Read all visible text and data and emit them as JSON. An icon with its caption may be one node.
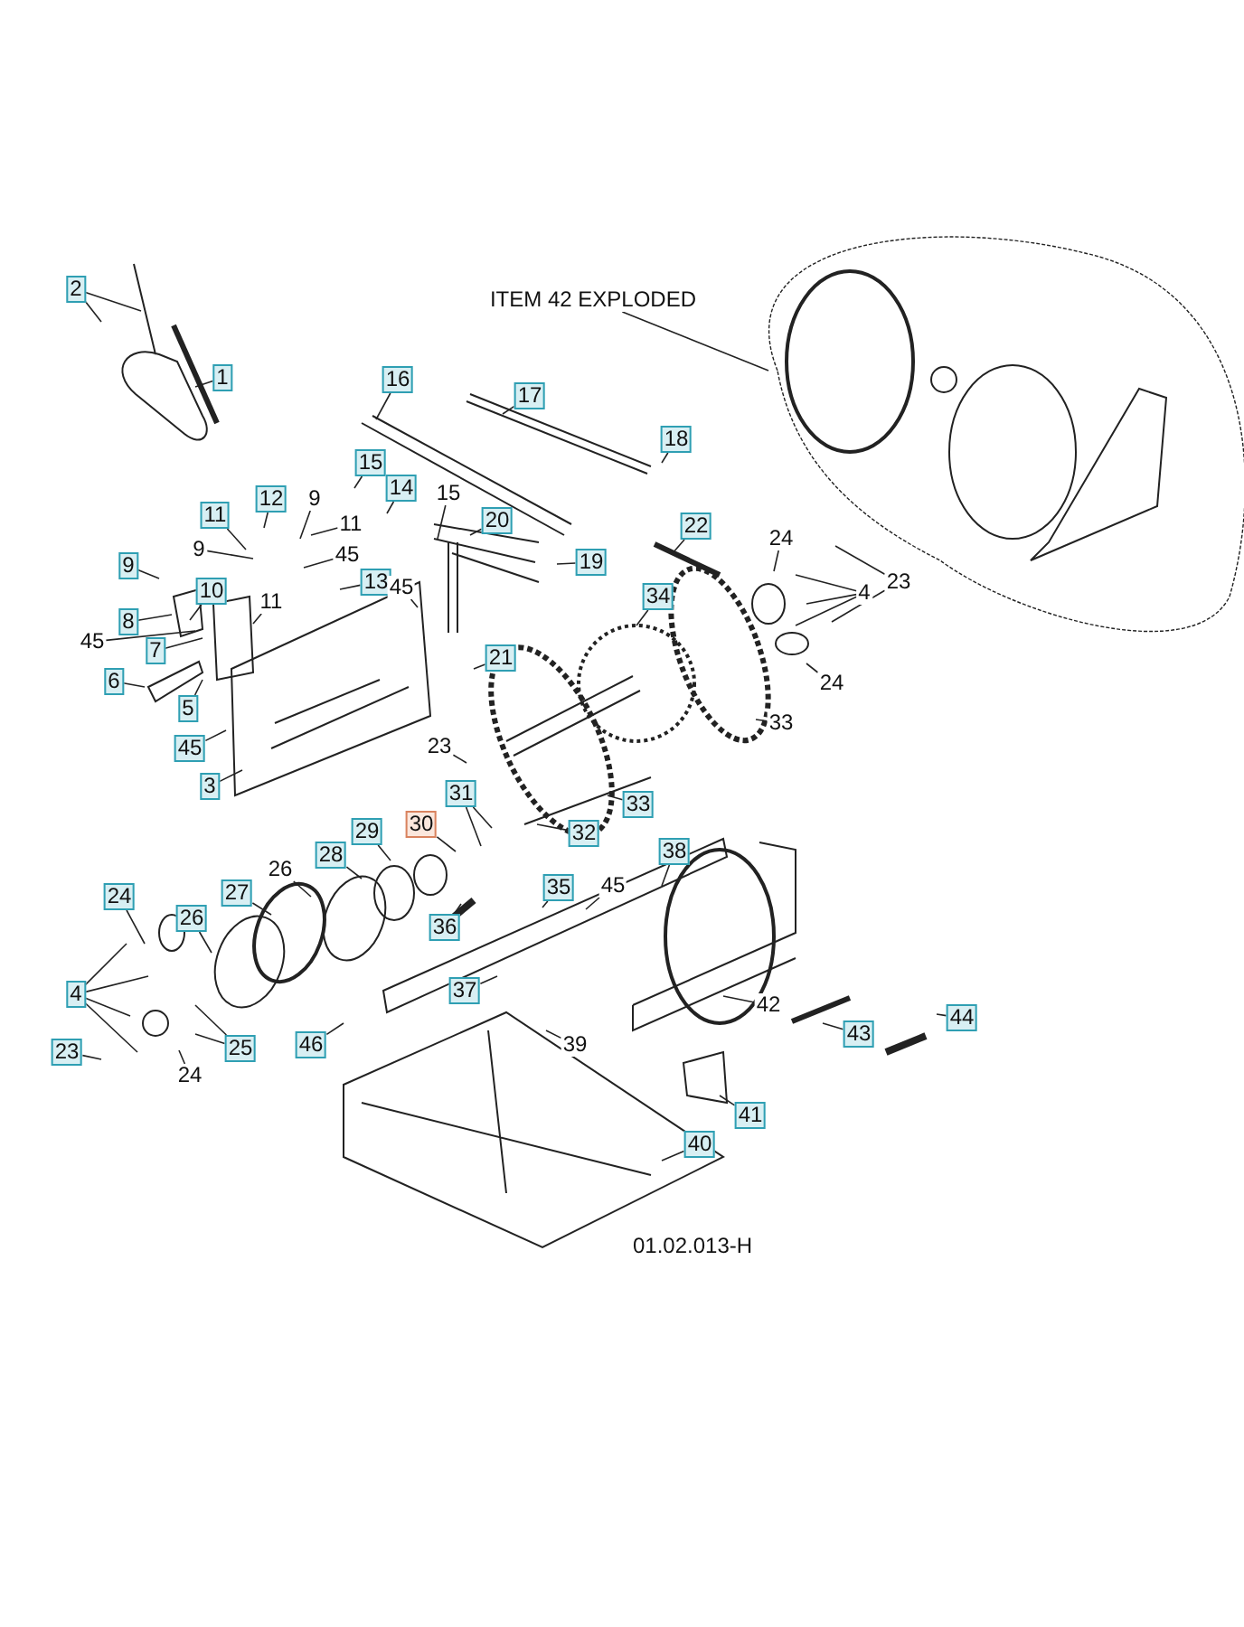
{
  "diagram": {
    "nodes": [
      {
        "text": [
          "ITEM 42 EXPLODED"
        ]
      },
      {
        "text": [
          "2"
        ]
      },
      {
        "text": [
          "1"
        ]
      },
      {
        "text": [
          "16"
        ]
      },
      {
        "text": [
          "17"
        ]
      },
      {
        "text": [
          "18"
        ]
      },
      {
        "text": [
          "15"
        ]
      },
      {
        "text": [
          "14"
        ]
      },
      {
        "text": [
          "15"
        ]
      },
      {
        "text": [
          "20"
        ]
      },
      {
        "text": [
          "22"
        ]
      },
      {
        "text": [
          "9"
        ]
      },
      {
        "text": [
          "12"
        ]
      },
      {
        "text": [
          "11"
        ]
      },
      {
        "text": [
          "11"
        ]
      },
      {
        "text": [
          "45"
        ]
      },
      {
        "text": [
          "24"
        ]
      },
      {
        "text": [
          "23"
        ]
      },
      {
        "text": [
          "9"
        ]
      },
      {
        "text": [
          "9"
        ]
      },
      {
        "text": [
          "19"
        ]
      },
      {
        "text": [
          "13"
        ]
      },
      {
        "text": [
          "10"
        ]
      },
      {
        "text": [
          "45"
        ]
      },
      {
        "text": [
          "4"
        ]
      },
      {
        "text": [
          "34"
        ]
      },
      {
        "text": [
          "11"
        ]
      },
      {
        "text": [
          "8"
        ]
      },
      {
        "text": [
          "45"
        ]
      },
      {
        "text": [
          "7"
        ]
      },
      {
        "text": [
          "21"
        ]
      },
      {
        "text": [
          "24"
        ]
      },
      {
        "text": [
          "6"
        ]
      },
      {
        "text": [
          "5"
        ]
      },
      {
        "text": [
          "33"
        ]
      },
      {
        "text": [
          "45"
        ]
      },
      {
        "text": [
          "23"
        ]
      },
      {
        "text": [
          "3"
        ]
      },
      {
        "text": [
          "31"
        ]
      },
      {
        "text": [
          "33"
        ]
      },
      {
        "text": [
          "30"
        ]
      },
      {
        "text": [
          "32"
        ]
      },
      {
        "text": [
          "29"
        ]
      },
      {
        "text": [
          "38"
        ]
      },
      {
        "text": [
          "28"
        ]
      },
      {
        "text": [
          "26"
        ]
      },
      {
        "text": [
          "35"
        ]
      },
      {
        "text": [
          "45"
        ]
      },
      {
        "text": [
          "27"
        ]
      },
      {
        "text": [
          "24"
        ]
      },
      {
        "text": [
          "26"
        ]
      },
      {
        "text": [
          "36"
        ]
      },
      {
        "text": [
          "37"
        ]
      },
      {
        "text": [
          "4"
        ]
      },
      {
        "text": [
          "42"
        ]
      },
      {
        "text": [
          "44"
        ]
      },
      {
        "text": [
          "43"
        ]
      },
      {
        "text": [
          "46"
        ]
      },
      {
        "text": [
          "39"
        ]
      },
      {
        "text": [
          "23"
        ]
      },
      {
        "text": [
          "25"
        ]
      },
      {
        "text": [
          "24"
        ]
      },
      {
        "text": [
          "41"
        ]
      },
      {
        "text": [
          "40"
        ]
      }
    ],
    "edges": [
      {
        "from": 0,
        "to": null,
        "arrow": "none"
      },
      {
        "from": 1,
        "to": null,
        "arrow": "none"
      },
      {
        "from": 1,
        "to": null,
        "arrow": "none"
      },
      {
        "from": 2,
        "to": null,
        "arrow": "none"
      },
      {
        "from": 3,
        "to": null,
        "arrow": "none"
      },
      {
        "from": 4,
        "to": null,
        "arrow": "none"
      },
      {
        "from": 5,
        "to": null,
        "arrow": "none"
      },
      {
        "from": 6,
        "to": null,
        "arrow": "none"
      },
      {
        "from": 7,
        "to": null,
        "arrow": "none"
      },
      {
        "from": 8,
        "to": null,
        "arrow": "none"
      },
      {
        "from": 9,
        "to": null,
        "arrow": "none"
      },
      {
        "from": 10,
        "to": null,
        "arrow": "none"
      },
      {
        "from": 11,
        "to": null,
        "arrow": "none"
      },
      {
        "from": 12,
        "to": null,
        "arrow": "none"
      },
      {
        "from": 13,
        "to": null,
        "arrow": "none"
      },
      {
        "from": 14,
        "to": null,
        "arrow": "none"
      },
      {
        "from": 15,
        "to": null,
        "arrow": "none"
      },
      {
        "from": 16,
        "to": null,
        "arrow": "none"
      },
      {
        "from": 17,
        "to": null,
        "arrow": "none"
      },
      {
        "from": 17,
        "to": null,
        "arrow": "none"
      },
      {
        "from": 18,
        "to": null,
        "arrow": "none"
      },
      {
        "from": 19,
        "to": null,
        "arrow": "none"
      },
      {
        "from": 20,
        "to": null,
        "arrow": "none"
      },
      {
        "from": 21,
        "to": null,
        "arrow": "none"
      },
      {
        "from": 22,
        "to": null,
        "arrow": "none"
      },
      {
        "from": 23,
        "to": null,
        "arrow": "none"
      },
      {
        "from": 24,
        "to": null,
        "arrow": "none"
      },
      {
        "from": 24,
        "to": null,
        "arrow": "none"
      },
      {
        "from": 24,
        "to": null,
        "arrow": "none"
      },
      {
        "from": 25,
        "to": null,
        "arrow": "none"
      },
      {
        "from": 26,
        "to": null,
        "arrow": "none"
      },
      {
        "from": 27,
        "to": null,
        "arrow": "none"
      },
      {
        "from": 28,
        "to": null,
        "arrow": "none"
      },
      {
        "from": 29,
        "to": null,
        "arrow": "none"
      },
      {
        "from": 30,
        "to": null,
        "arrow": "none"
      },
      {
        "from": 31,
        "to": null,
        "arrow": "none"
      },
      {
        "from": 32,
        "to": null,
        "arrow": "none"
      },
      {
        "from": 33,
        "to": null,
        "arrow": "none"
      },
      {
        "from": 34,
        "to": null,
        "arrow": "none"
      },
      {
        "from": 35,
        "to": null,
        "arrow": "none"
      },
      {
        "from": 36,
        "to": null,
        "arrow": "none"
      },
      {
        "from": 37,
        "to": null,
        "arrow": "none"
      },
      {
        "from": 38,
        "to": null,
        "arrow": "none"
      },
      {
        "from": 38,
        "to": null,
        "arrow": "none"
      },
      {
        "from": 39,
        "to": null,
        "arrow": "none"
      },
      {
        "from": 40,
        "to": null,
        "arrow": "none"
      },
      {
        "from": 41,
        "to": null,
        "arrow": "none"
      },
      {
        "from": 42,
        "to": null,
        "arrow": "none"
      },
      {
        "from": 43,
        "to": null,
        "arrow": "none"
      },
      {
        "from": 44,
        "to": null,
        "arrow": "none"
      },
      {
        "from": 45,
        "to": null,
        "arrow": "none"
      },
      {
        "from": 46,
        "to": null,
        "arrow": "none"
      },
      {
        "from": 47,
        "to": null,
        "arrow": "none"
      },
      {
        "from": 48,
        "to": null,
        "arrow": "none"
      },
      {
        "from": 49,
        "to": null,
        "arrow": "none"
      },
      {
        "from": 50,
        "to": null,
        "arrow": "none"
      },
      {
        "from": 51,
        "to": null,
        "arrow": "none"
      },
      {
        "from": 52,
        "to": null,
        "arrow": "none"
      },
      {
        "from": 53,
        "to": null,
        "arrow": "none"
      },
      {
        "from": 53,
        "to": null,
        "arrow": "none"
      },
      {
        "from": 53,
        "to": null,
        "arrow": "none"
      },
      {
        "from": 53,
        "to": null,
        "arrow": "none"
      },
      {
        "from": 54,
        "to": null,
        "arrow": "none"
      },
      {
        "from": 55,
        "to": null,
        "arrow": "none"
      },
      {
        "from": 56,
        "to": null,
        "arrow": "none"
      },
      {
        "from": 57,
        "to": null,
        "arrow": "none"
      },
      {
        "from": 58,
        "to": null,
        "arrow": "none"
      },
      {
        "from": 59,
        "to": null,
        "arrow": "none"
      },
      {
        "from": 60,
        "to": null,
        "arrow": "none"
      },
      {
        "from": 60,
        "to": null,
        "arrow": "none"
      },
      {
        "from": 61,
        "to": null,
        "arrow": "none"
      },
      {
        "from": 62,
        "to": null,
        "arrow": "none"
      },
      {
        "from": 63,
        "to": null,
        "arrow": "none"
      }
    ],
    "labels": [
      "01.02.013-H"
    ]
  }
}
